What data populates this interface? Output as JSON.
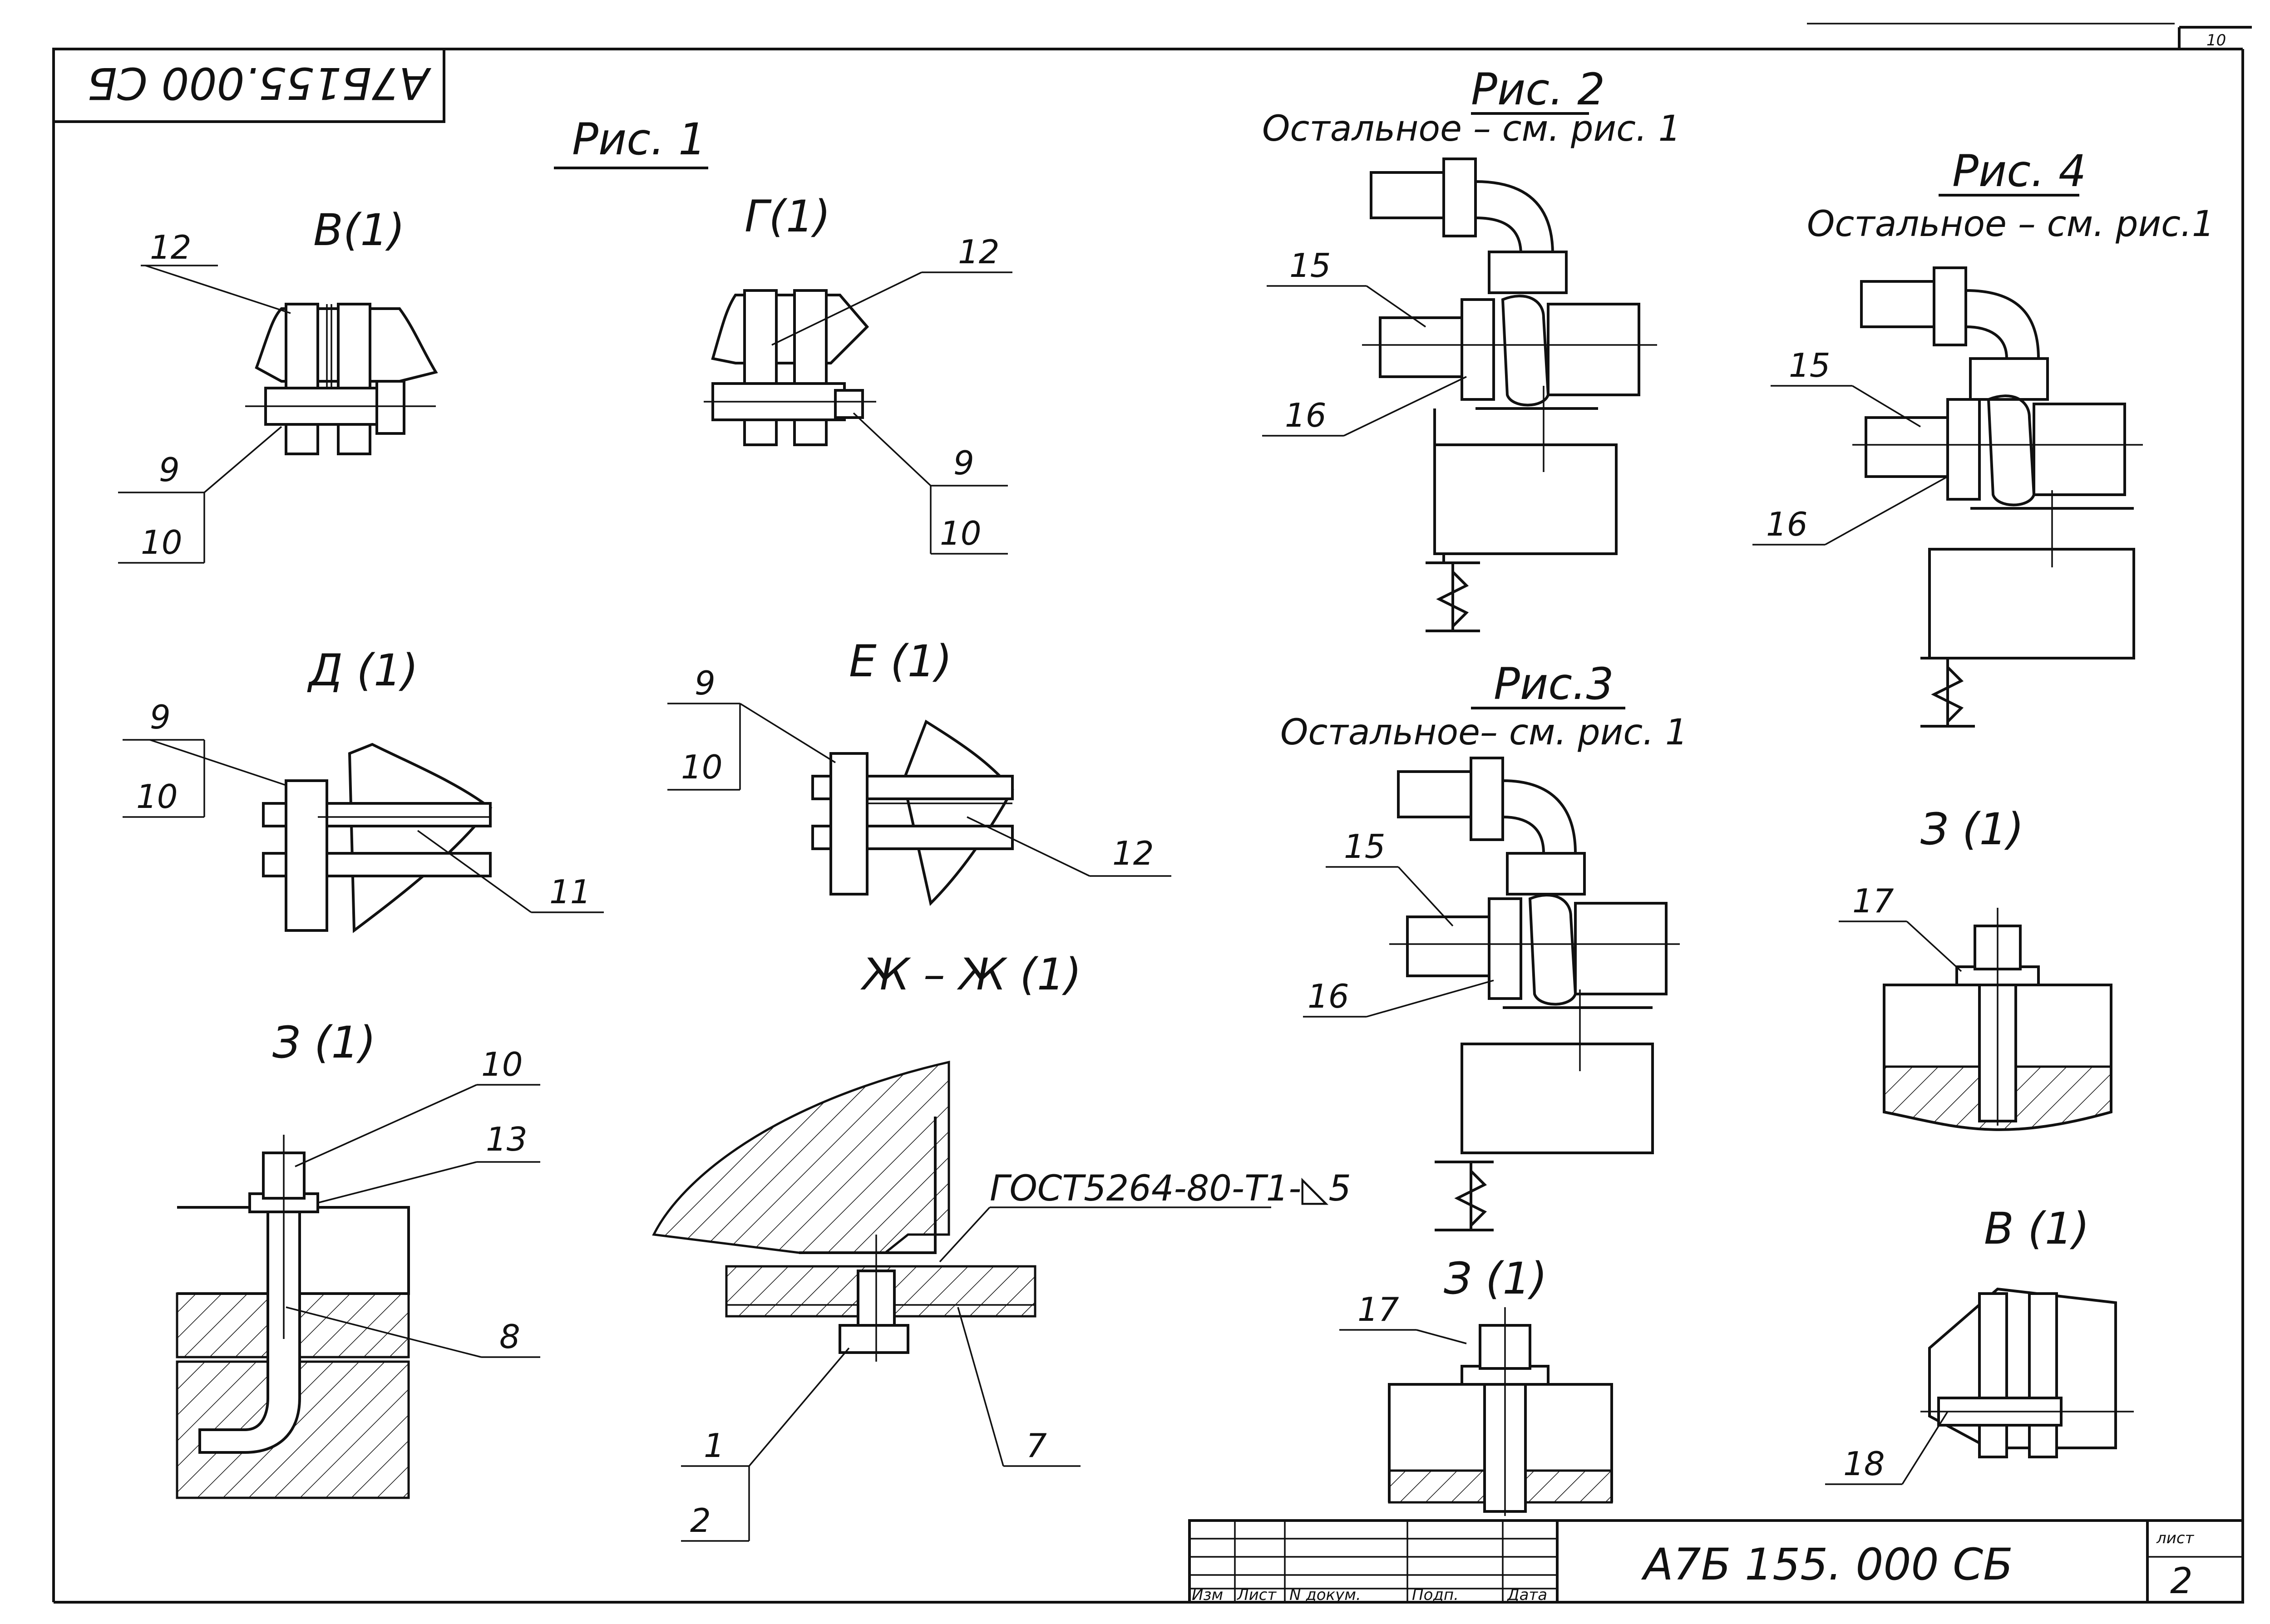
{
  "drawing": {
    "sheet_corner": "10",
    "doc_code_mirrored": "А7Б155.000 СБ",
    "doc_code": "А7Б 155. 000 СБ",
    "sheet_label": "лист",
    "sheet_number": "2",
    "title_block_headers": [
      "Изм",
      "Лист",
      "N докум.",
      "Подп.",
      "Дата"
    ]
  },
  "fig1": {
    "title": "Рис. 1",
    "views": {
      "v": {
        "title": "В(1)",
        "labels": [
          "12",
          "9",
          "10"
        ]
      },
      "g": {
        "title": "Г(1)",
        "labels": [
          "12",
          "9",
          "10"
        ]
      },
      "d": {
        "title": "Д (1)",
        "labels": [
          "9",
          "10",
          "11"
        ]
      },
      "e": {
        "title": "Е (1)",
        "labels": [
          "9",
          "10",
          "12"
        ]
      },
      "z": {
        "title": "З (1)",
        "labels": [
          "10",
          "13",
          "8"
        ]
      },
      "zh": {
        "title": "Ж – Ж (1)",
        "labels": [
          "1",
          "2",
          "7"
        ],
        "weld_note": "ГОСТ5264-80-Т1-◺5"
      }
    }
  },
  "fig2": {
    "title": "Рис. 2",
    "subtitle": "Остальное – см. рис. 1",
    "labels": [
      "15",
      "16"
    ]
  },
  "fig3": {
    "title": "Рис.3",
    "subtitle": "Остальное– см. рис. 1",
    "labels": [
      "15",
      "16"
    ]
  },
  "fig4": {
    "title": "Рис. 4",
    "subtitle": "Остальное – см. рис.1",
    "labels": [
      "15",
      "16"
    ]
  },
  "right_views": {
    "z_center": {
      "title": "З (1)",
      "labels": [
        "17"
      ]
    },
    "z_right": {
      "title": "З (1)",
      "labels": [
        "17"
      ]
    },
    "v_right": {
      "title": "В (1)",
      "labels": [
        "18"
      ]
    }
  }
}
